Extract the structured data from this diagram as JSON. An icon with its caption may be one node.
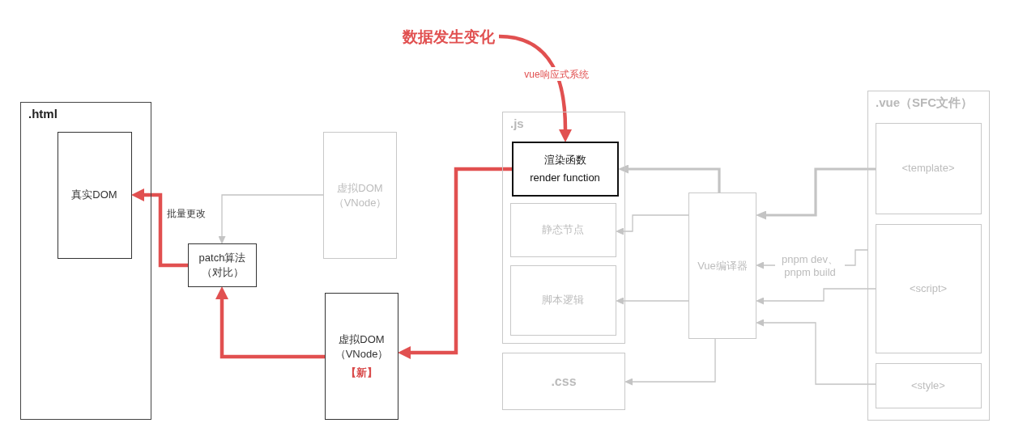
{
  "diagram": {
    "nodes": [
      {
        "text": [
          ".html"
        ]
      },
      {
        "text": [
          "真实DOM"
        ],
        "in": 0
      },
      {
        "text": [
          "patch算法（对比）"
        ]
      },
      {
        "text": [
          "虚拟DOM（VNode）"
        ]
      },
      {
        "text": [
          "虚拟DOM（VNode）",
          "【新】"
        ]
      },
      {
        "text": [
          "数据发生变化"
        ]
      },
      {
        "text": [
          ".js"
        ]
      },
      {
        "text": [
          "渲染函数",
          "render function"
        ],
        "in": 6
      },
      {
        "text": [
          "静态节点"
        ],
        "in": 6
      },
      {
        "text": [
          "脚本逻辑"
        ],
        "in": 6
      },
      {
        "text": [
          ".css"
        ]
      },
      {
        "text": [
          "Vue编译器"
        ]
      },
      {
        "text": [
          ".vue（SFC文件）"
        ]
      },
      {
        "text": [
          "<template>"
        ],
        "in": 12
      },
      {
        "text": [
          "<script>"
        ],
        "in": 12
      },
      {
        "text": [
          "<style>"
        ],
        "in": 12
      }
    ],
    "edges": [
      {
        "from": 5,
        "to": 7,
        "arrow": "to",
        "label": "vue响应式系统",
        "style": "thick",
        "color": "#e15050"
      },
      {
        "from": 7,
        "to": 4,
        "arrow": "to",
        "style": "thick",
        "color": "#e15050"
      },
      {
        "from": 4,
        "to": 2,
        "arrow": "to",
        "style": "thick",
        "color": "#e15050"
      },
      {
        "from": 2,
        "to": 1,
        "arrow": "to",
        "label": "批量更改",
        "style": "thick",
        "color": "#e15050"
      },
      {
        "from": 3,
        "to": 2,
        "arrow": "to"
      },
      {
        "from": 13,
        "to": 11,
        "arrow": "to",
        "style": "thick"
      },
      {
        "from": 11,
        "to": 7,
        "arrow": "to",
        "style": "thick"
      },
      {
        "from": 11,
        "to": 8,
        "arrow": "to"
      },
      {
        "from": 12,
        "to": 11,
        "arrow": "to",
        "label": "pnpm dev、pnpm build"
      },
      {
        "from": 14,
        "to": 11,
        "arrow": "to"
      },
      {
        "from": 11,
        "to": 9,
        "arrow": "to"
      },
      {
        "from": 15,
        "to": 11,
        "arrow": "to"
      },
      {
        "from": 11,
        "to": 10,
        "arrow": "to"
      }
    ]
  }
}
